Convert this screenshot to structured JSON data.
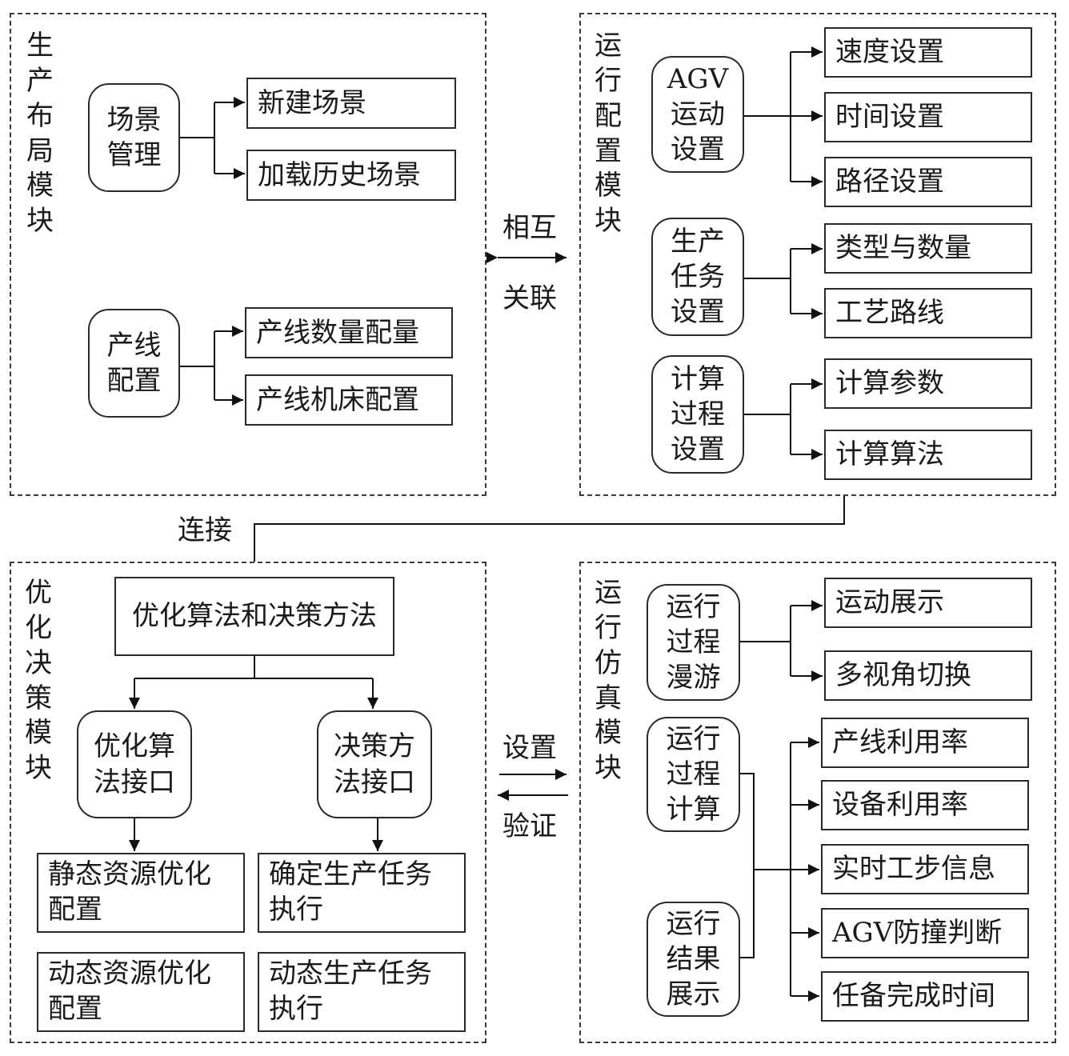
{
  "modules": {
    "production_layout": {
      "title": "生产布局模块",
      "scene_management": {
        "label_l1": "场景",
        "label_l2": "管理",
        "items": [
          "新建场景",
          "加载历史场景"
        ]
      },
      "line_config": {
        "label_l1": "产线",
        "label_l2": "配置",
        "items": [
          "产线数量配量",
          "产线机床配置"
        ]
      }
    },
    "run_config": {
      "title": "运行配置模块",
      "agv_motion": {
        "label_l1": "AGV",
        "label_l2": "运动",
        "label_l3": "设置",
        "items": [
          "速度设置",
          "时间设置",
          "路径设置"
        ]
      },
      "production_task": {
        "label_l1": "生产",
        "label_l2": "任务",
        "label_l3": "设置",
        "items": [
          "类型与数量",
          "工艺路线"
        ]
      },
      "calc_process": {
        "label_l1": "计算",
        "label_l2": "过程",
        "label_l3": "设置",
        "items": [
          "计算参数",
          "计算算法"
        ]
      }
    },
    "optimization": {
      "title": "优化决策模块",
      "top": "优化算法和决策方法",
      "opt_interface": {
        "label_l1": "优化算",
        "label_l2": "法接口"
      },
      "dec_interface": {
        "label_l1": "决策方",
        "label_l2": "法接口"
      },
      "static_opt": {
        "l1": "静态资源优化",
        "l2": "配置"
      },
      "dynamic_opt": {
        "l1": "动态资源优化",
        "l2": "配置"
      },
      "determine_task": {
        "l1": "确定生产任务",
        "l2": "执行"
      },
      "dynamic_task": {
        "l1": "动态生产任务",
        "l2": "执行"
      }
    },
    "simulation": {
      "title": "运行仿真模块",
      "roam": {
        "label_l1": "运行",
        "label_l2": "过程",
        "label_l3": "漫游",
        "items": [
          "运动展示",
          "多视角切换"
        ]
      },
      "calc": {
        "label_l1": "运行",
        "label_l2": "过程",
        "label_l3": "计算"
      },
      "result": {
        "label_l1": "运行",
        "label_l2": "结果",
        "label_l3": "展示"
      },
      "metrics": [
        "产线利用率",
        "设备利用率",
        "实时工步信息",
        "AGV防撞判断",
        "任备完成时间"
      ]
    }
  },
  "relations": {
    "mutual_top": "相互",
    "mutual_bottom": "关联",
    "connect": "连接",
    "set": "设置",
    "verify": "验证"
  }
}
